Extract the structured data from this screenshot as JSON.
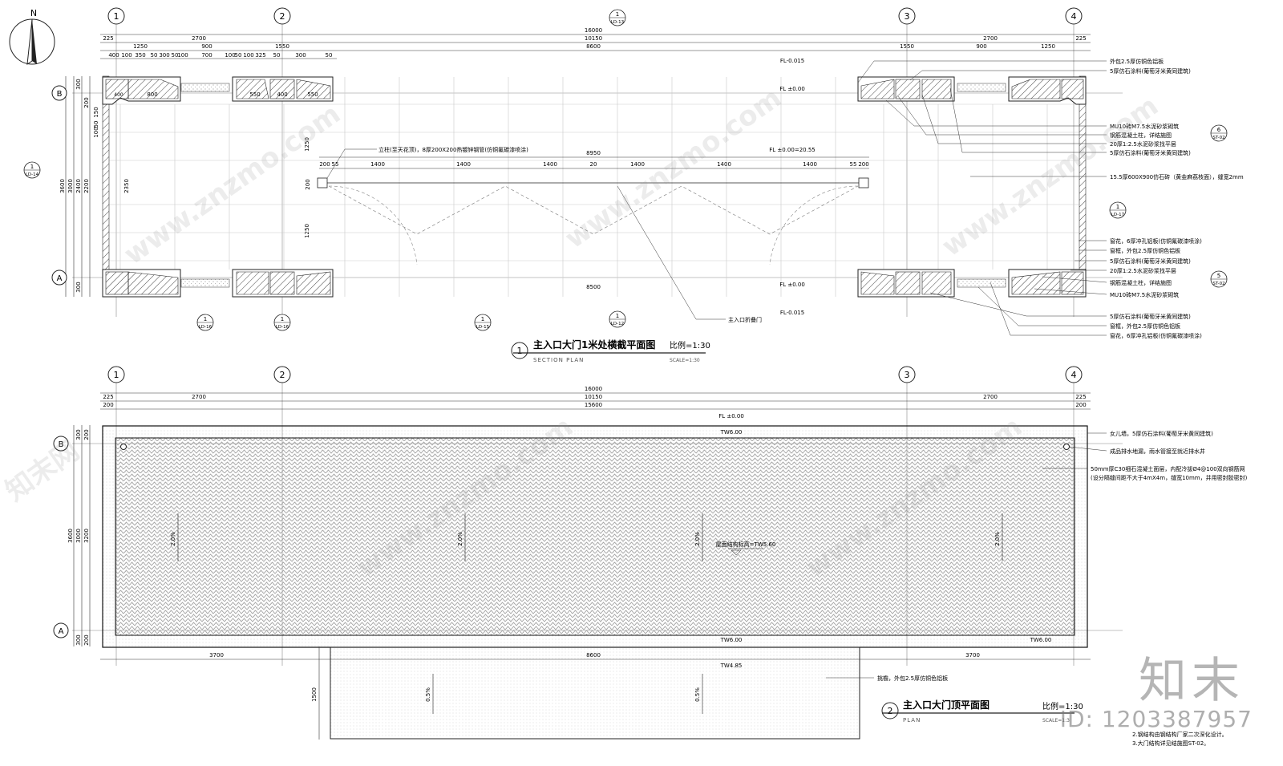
{
  "compass": {
    "label": "N"
  },
  "axes": {
    "a1": "1",
    "a2": "2",
    "a3": "3",
    "a4": "4",
    "rowB": "B",
    "rowA": "A"
  },
  "plan1": {
    "title": "主入口大门1米处横截平面图",
    "subtitle": "SECTION  PLAN",
    "scale": "比例=1:30",
    "scale_en": "SCALE=1:30",
    "number": "1",
    "dims_top": {
      "d16000": "16000",
      "d225a": "225",
      "d2700a": "2700",
      "d10150": "10150",
      "d2700b": "2700",
      "d225b": "225",
      "d1250a": "1250",
      "d900a": "900",
      "d1550a": "1550",
      "d8600": "8600",
      "d1550b": "1550",
      "d900b": "900",
      "d1250b": "1250"
    },
    "dims_small": [
      "400",
      "100",
      "350",
      "50",
      "300",
      "50",
      "100",
      "700",
      "100",
      "50",
      "100",
      "325",
      "50",
      "300",
      "50"
    ],
    "dims_mid": {
      "d200a": "200",
      "d55a": "55",
      "d1400a": "1400",
      "d1400b": "1400",
      "d1400c": "1400",
      "d20": "20",
      "d1400d": "1400",
      "d1400e": "1400",
      "d1400f": "1400",
      "d55b": "55",
      "d200b": "200",
      "d8950": "8950",
      "d8500": "8500",
      "d200c": "200"
    },
    "dims_left": {
      "d3600": "3600",
      "d3000": "3000",
      "d2400": "2400",
      "d2200": "2200",
      "d2350": "2350",
      "d1250a": "1250",
      "d1250b": "1250",
      "d300a": "300",
      "d300b": "300",
      "d200": "200",
      "d150": "150",
      "d50": "50",
      "d100": "100"
    },
    "room_dims": {
      "d800": "800",
      "d550a": "550",
      "d400a": "400",
      "d550b": "550",
      "d400b": "400",
      "d150a": "150",
      "d150b": "150"
    },
    "levels": {
      "fl1": "FL-0.015",
      "fl2": "FL ±0.00",
      "fl3": "FL ±0.00=20.55",
      "fl4": "FL ±0.00",
      "fl5": "FL-0.015"
    },
    "callouts": {
      "post": "立柱(至天花顶)，8厚200X200热镀锌钢管(仿铜氟碳漆喷涂)",
      "folding_door": "主入口折叠门"
    },
    "right_notes": [
      "外包2.5厚仿铜色铝板",
      "5厚仿石涂料(葡萄牙米黄同建筑)",
      "MU10砖M7.5水泥砂浆砌筑",
      "钢筋混凝土柱，详结施图",
      "20厚1:2.5水泥砂浆找平层",
      "5厚仿石涂料(葡萄牙米黄同建筑)",
      "15.5厚600X900仿石砖（黄金麻荔枝面），缝宽2mm",
      "窗花，6厚冲孔铝板(仿铜氟碳漆喷涂)",
      "窗框，外包2.5厚仿铜色铝板",
      "5厚仿石涂料(葡萄牙米黄同建筑)",
      "20厚1:2.5水泥砂浆找平层",
      "钢筋混凝土柱，详结施图",
      "MU10砖M7.5水泥砂浆砌筑",
      "5厚仿石涂料(葡萄牙米黄同建筑)",
      "窗框，外包2.5厚仿铜色铝板",
      "窗花，6厚冲孔铝板(仿铜氟碳漆喷涂)"
    ],
    "refs": {
      "r_top": {
        "num": "1",
        "sheet": "LD-13"
      },
      "r_left": {
        "num": "1",
        "sheet": "LD-14"
      },
      "r_st1": {
        "num": "6",
        "sheet": "ST-02"
      },
      "r_ld17": {
        "num": "1",
        "sheet": "LD-17"
      },
      "r_st2": {
        "num": "5",
        "sheet": "ST-02"
      },
      "r_b1": {
        "num": "1",
        "sheet": "LD-16"
      },
      "r_b2": {
        "num": "1",
        "sheet": "LD-16"
      },
      "r_b3": {
        "num": "1",
        "sheet": "LD-15"
      },
      "r_b4": {
        "num": "1",
        "sheet": "LD-12"
      }
    }
  },
  "plan2": {
    "title": "主入口大门顶平面图",
    "subtitle": "PLAN",
    "scale": "比例=1:30",
    "scale_en": "SCALE=1:3",
    "number": "2",
    "dims_top": {
      "d16000": "16000",
      "d225a": "225",
      "d2700a": "2700",
      "d10150": "10150",
      "d2700b": "2700",
      "d225b": "225",
      "d200a": "200",
      "d15600": "15600",
      "d200b": "200"
    },
    "dims_bottom": {
      "d3700a": "3700",
      "d8600": "8600",
      "d3700b": "3700",
      "d1500": "1500"
    },
    "dims_left": {
      "d3600": "3600",
      "d3000": "3000",
      "d3200": "3200",
      "d300a": "300",
      "d200a": "200",
      "d300b": "300",
      "d200b": "200"
    },
    "levels": {
      "fl": "FL ±0.00",
      "tw1": "TW6.00",
      "tw2": "TW6.00",
      "tw3": "TW6.00",
      "tw4": "TW4.85",
      "roof": "屋面结构标高=TW5.60"
    },
    "slopes": [
      "2.0%",
      "2.0%",
      "2.0%",
      "2.0%",
      "0.5%",
      "0.5%"
    ],
    "notes": [
      "女儿墙，5厚仿石涂料(葡萄牙米黄同建筑)",
      "成品排水地漏，雨水管接至就近排水井",
      "50mm厚C30细石混凝土面层，内配冷拔Ø4@100双向钢筋网",
      "(设分隔缝间距不大于4mX4m，缝宽10mm，并用密封胶密封)",
      "挑檐，外包2.5厚仿铜色铝板"
    ],
    "footnotes": [
      "2.钢结构由钢结构厂家二次深化设计。",
      "3.大门结构详见结施图ST-02。"
    ]
  },
  "watermark": {
    "brand": "知末",
    "id": "ID: 1203387957",
    "site": "www.znzmo.com",
    "cn": "知末网"
  }
}
